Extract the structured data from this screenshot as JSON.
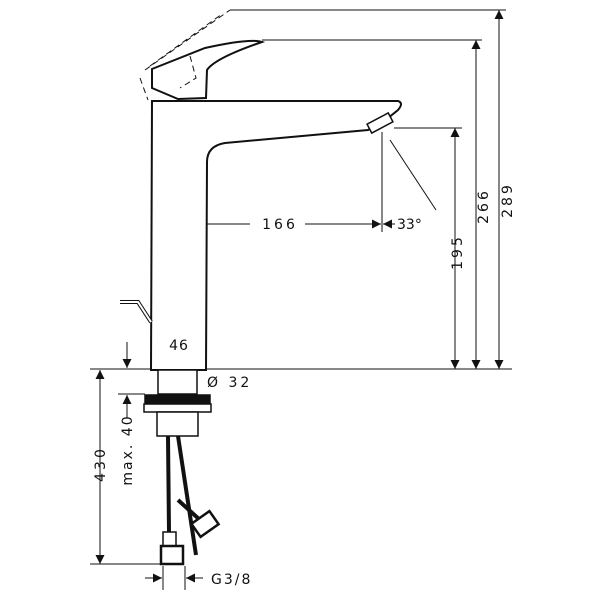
{
  "drawing": {
    "dimensions": {
      "total_height": "289",
      "lever_height": "266",
      "spout_height": "195",
      "spout_reach": "166",
      "spray_angle": "33°",
      "body_width": "46",
      "shank_diameter": "Ø 32",
      "max_counter_thickness": "max. 40",
      "hose_length": "430",
      "connection_thread": "G3/8"
    },
    "colors": {
      "line": "#111111",
      "background": "#ffffff"
    }
  }
}
